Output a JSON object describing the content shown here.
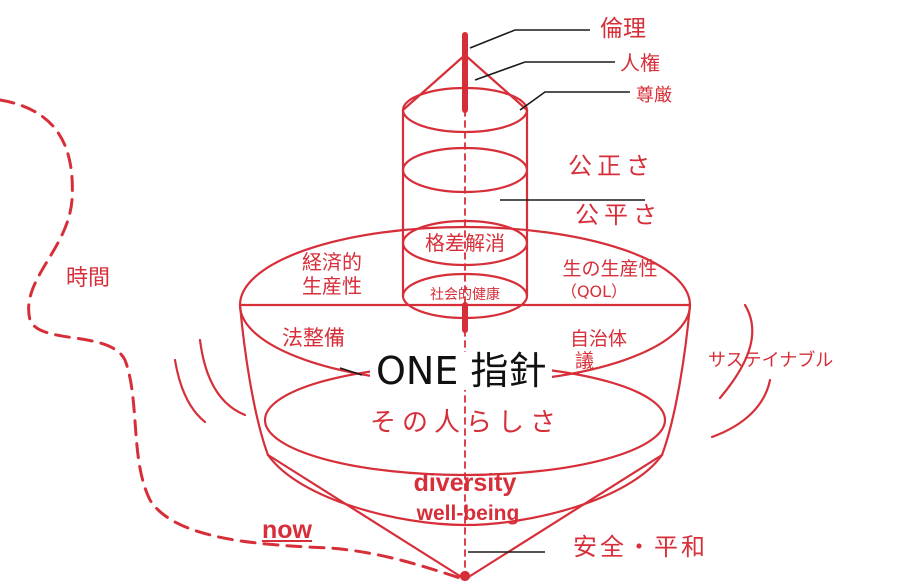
{
  "colors": {
    "accent": "#d62f3a",
    "ink": "#1a1a1a",
    "background": "#ffffff"
  },
  "diagram": {
    "center_title": "ONE 指針",
    "spire_labels": [
      "倫理",
      "人権",
      "尊厳"
    ],
    "cylinder_labels": {
      "fairness": "公正さ",
      "equality": "公平さ",
      "disparity": "格差解消",
      "social_health": "社会的健康"
    },
    "disk_labels": {
      "economic_productivity": [
        "経済的",
        "生産性"
      ],
      "life_productivity": [
        "生の生産性",
        "（QOL）"
      ],
      "legal": "法整備",
      "municipality": [
        "自治体",
        "議"
      ]
    },
    "lower_labels": {
      "personhood": "その人らしさ",
      "diversity": "diversity",
      "wellbeing": "well-being",
      "safety": "安全・平和"
    },
    "side_labels": {
      "time": "時間",
      "now": "now",
      "sustainable": "サステイナブル"
    }
  }
}
